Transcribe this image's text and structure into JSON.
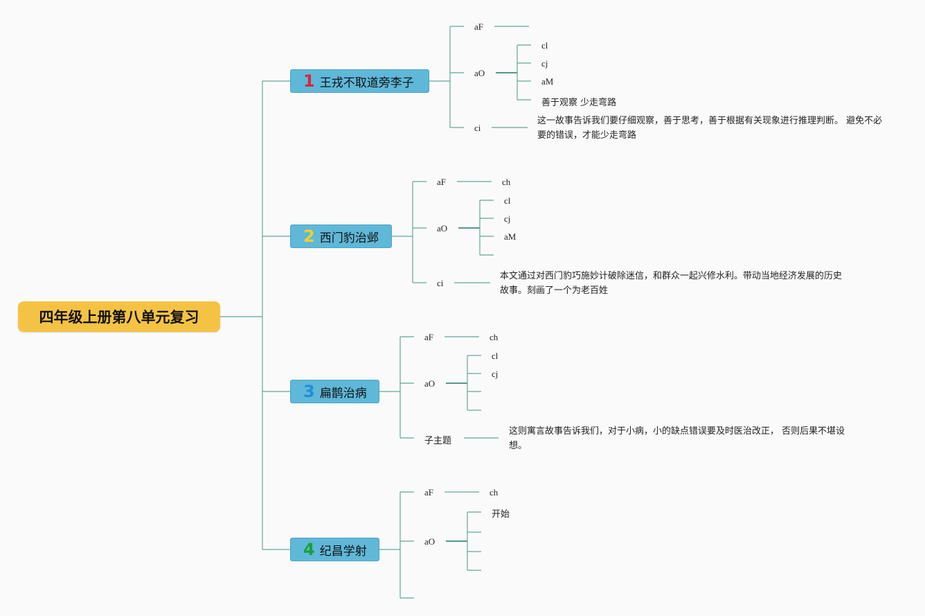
{
  "root": {
    "title": "四年级上册第八单元复习"
  },
  "topics": [
    {
      "number": "1",
      "number_color": "#d9263b",
      "title": "王戎不取道旁李子",
      "row1_label": "aF",
      "row2_label": "aO",
      "sub_items": [
        "cl",
        "cj",
        "aM",
        "善于观察 少走弯路"
      ],
      "row3_label": "ci",
      "note": "这一故事告诉我们要仔细观察，善于思考，善于根据有关现象进行推理判断。 避免不必要的错误，才能少走弯路"
    },
    {
      "number": "2",
      "number_color": "#f2cf2f",
      "title": "西门豹治邺",
      "row1_label": "aF",
      "row1_value": "ch",
      "row2_label": "aO",
      "sub_items": [
        "cl",
        "cj",
        "aM"
      ],
      "row3_label": "ci",
      "note": "本文通过对西门豹巧施妙计破除迷信，和群众一起兴修水利。带动当地经济发展的历史故事。刻画了一个为老百姓"
    },
    {
      "number": "3",
      "number_color": "#1f8fd6",
      "title": "扁鹊治病",
      "row1_label": "aF",
      "row1_value": "ch",
      "row2_label": "aO",
      "sub_items": [
        "cl",
        "cj"
      ],
      "row3_label": "子主题",
      "note": "这则寓言故事告诉我们，对于小病，小的缺点错误要及时医治改正， 否则后果不堪设想。"
    },
    {
      "number": "4",
      "number_color": "#1e9e3c",
      "title": "纪昌学射",
      "row1_label": "aF",
      "row1_value": "ch",
      "row2_label": "aO",
      "sub_items": [
        "开始"
      ]
    }
  ],
  "colors": {
    "root_bg": "#f5c343",
    "topic_bg": "#5fb8d8",
    "connector": "#5fa896"
  }
}
